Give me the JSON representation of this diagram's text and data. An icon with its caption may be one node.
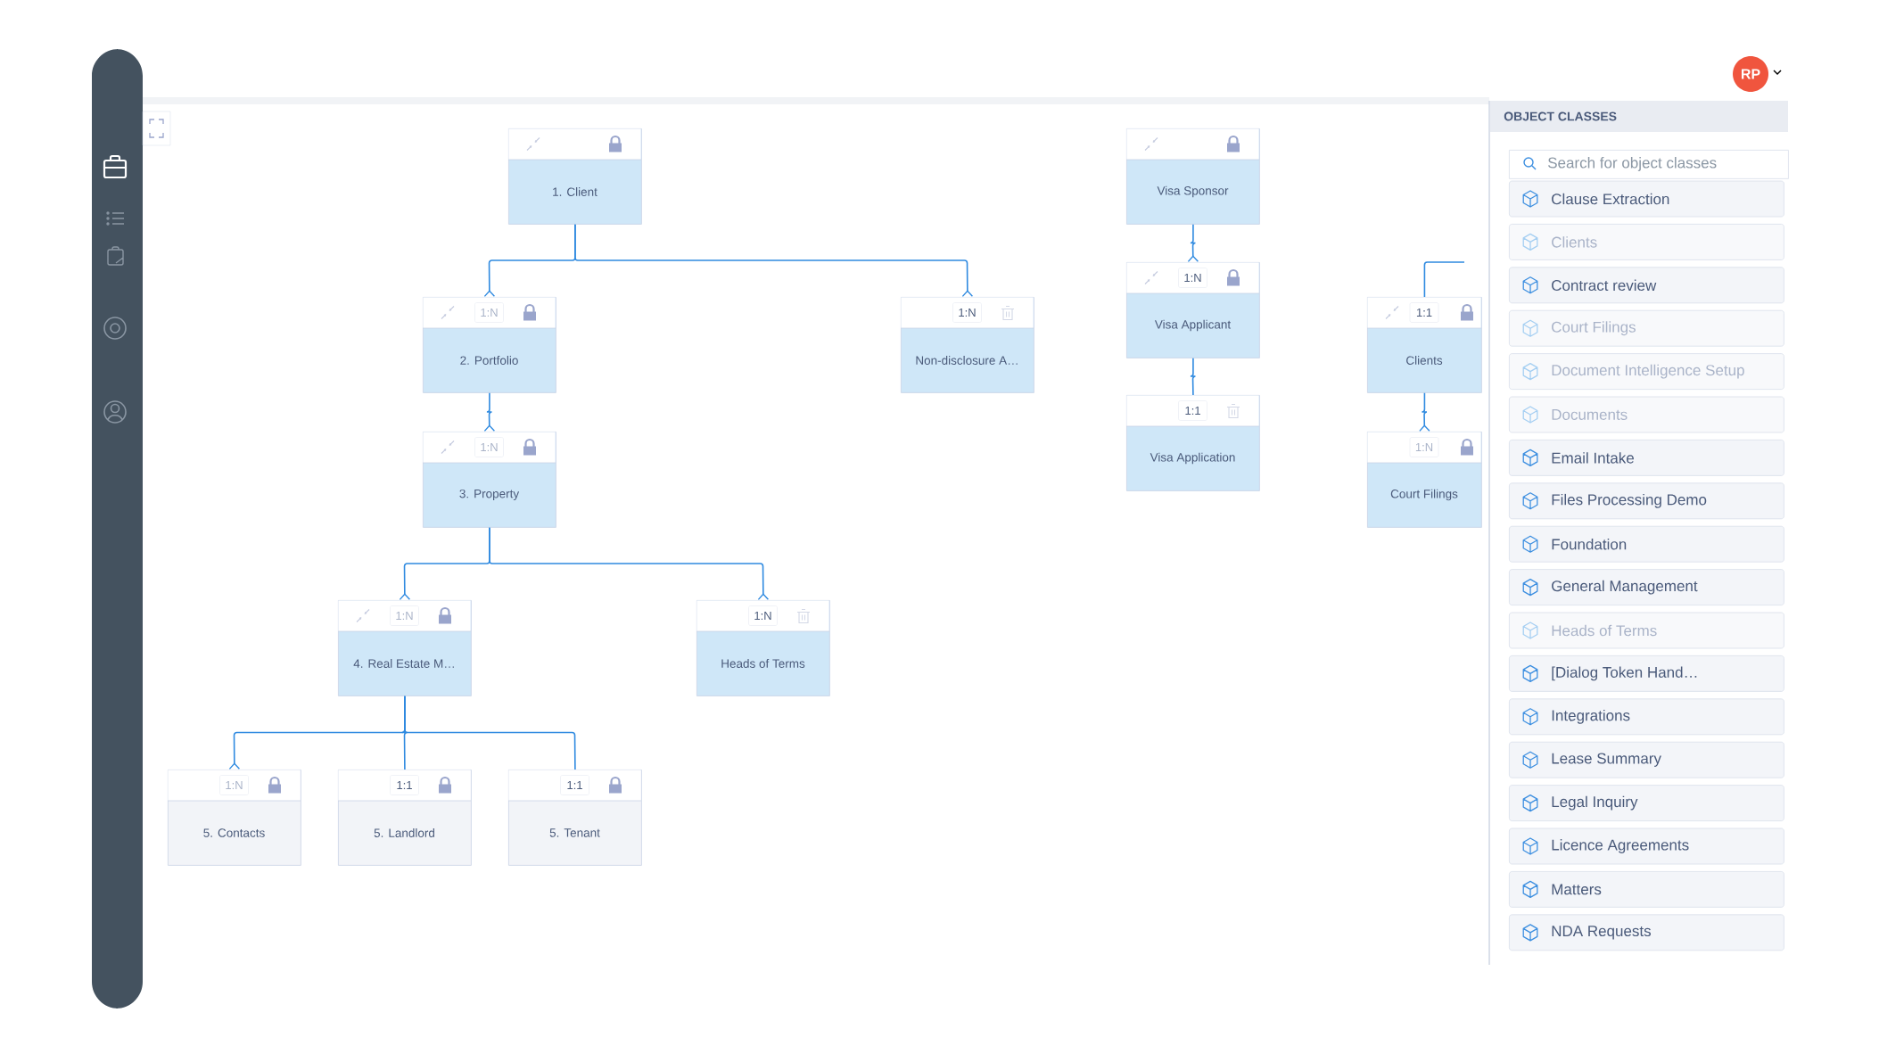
{
  "diagram": {
    "nodes": [
      {
        "text": [
          "1. Client"
        ]
      },
      {
        "text": [
          "1:N",
          "2. Portfolio"
        ]
      },
      {
        "text": [
          "1:N",
          "Non-disclosure A…"
        ]
      },
      {
        "text": [
          "1:N",
          "3. Property"
        ]
      },
      {
        "text": [
          "1:N",
          "4. Real Estate M…"
        ]
      },
      {
        "text": [
          "1:N",
          "Heads of Terms"
        ]
      },
      {
        "text": [
          "1:N",
          "5. Contacts"
        ]
      },
      {
        "text": [
          "1:1",
          "5. Landlord"
        ]
      },
      {
        "text": [
          "1:1",
          "5. Tenant"
        ]
      },
      {
        "text": [
          "Visa Sponsor"
        ]
      },
      {
        "text": [
          "1:N",
          "Visa Applicant"
        ]
      },
      {
        "text": [
          "1:1",
          "Visa Application"
        ]
      },
      {
        "text": [
          "1:1",
          "Clients"
        ]
      },
      {
        "text": [
          "1:N",
          "Court Filings"
        ]
      },
      {
        "text": [
          "RP"
        ]
      },
      {
        "text": [
          "OBJECT CLASSES"
        ]
      },
      {
        "text": [
          "Search for object classes"
        ],
        "in": 15
      },
      {
        "text": [
          "Clause Extraction"
        ],
        "in": 15
      },
      {
        "text": [
          "Clients"
        ],
        "in": 15
      },
      {
        "text": [
          "Contract review"
        ],
        "in": 15
      },
      {
        "text": [
          "Court Filings"
        ],
        "in": 15
      },
      {
        "text": [
          "Document Intelligence Setup"
        ],
        "in": 15
      },
      {
        "text": [
          "Documents"
        ],
        "in": 15
      },
      {
        "text": [
          "Email Intake"
        ],
        "in": 15
      },
      {
        "text": [
          "Files Processing Demo"
        ],
        "in": 15
      },
      {
        "text": [
          "Foundation"
        ],
        "in": 15
      },
      {
        "text": [
          "General Management"
        ],
        "in": 15
      },
      {
        "text": [
          "Heads of Terms"
        ],
        "in": 15
      },
      {
        "text": [
          "[Dialog Token Hand…"
        ],
        "in": 15
      },
      {
        "text": [
          "Integrations"
        ],
        "in": 15
      },
      {
        "text": [
          "Lease Summary"
        ],
        "in": 15
      },
      {
        "text": [
          "Legal Inquiry"
        ],
        "in": 15
      },
      {
        "text": [
          "Licence Agreements"
        ],
        "in": 15
      },
      {
        "text": [
          "Matters"
        ],
        "in": 15
      },
      {
        "text": [
          "NDA Requests"
        ],
        "in": 15
      }
    ],
    "edges": [
      {
        "from": 0,
        "to": 1,
        "arrow": "other"
      },
      {
        "from": 0,
        "to": 2,
        "arrow": "other"
      },
      {
        "from": 1,
        "to": 3,
        "arrow": "other"
      },
      {
        "from": 3,
        "to": 4,
        "arrow": "other"
      },
      {
        "from": 3,
        "to": 5,
        "arrow": "other"
      },
      {
        "from": 4,
        "to": 6,
        "arrow": "other"
      },
      {
        "from": 4,
        "to": 7,
        "arrow": "none"
      },
      {
        "from": 4,
        "to": 8,
        "arrow": "none"
      },
      {
        "from": 9,
        "to": 10,
        "arrow": "other"
      },
      {
        "from": 10,
        "to": 11,
        "arrow": "none"
      },
      {
        "from": null,
        "to": 12,
        "arrow": "none"
      },
      {
        "from": 12,
        "to": 13,
        "arrow": "other"
      }
    ]
  }
}
